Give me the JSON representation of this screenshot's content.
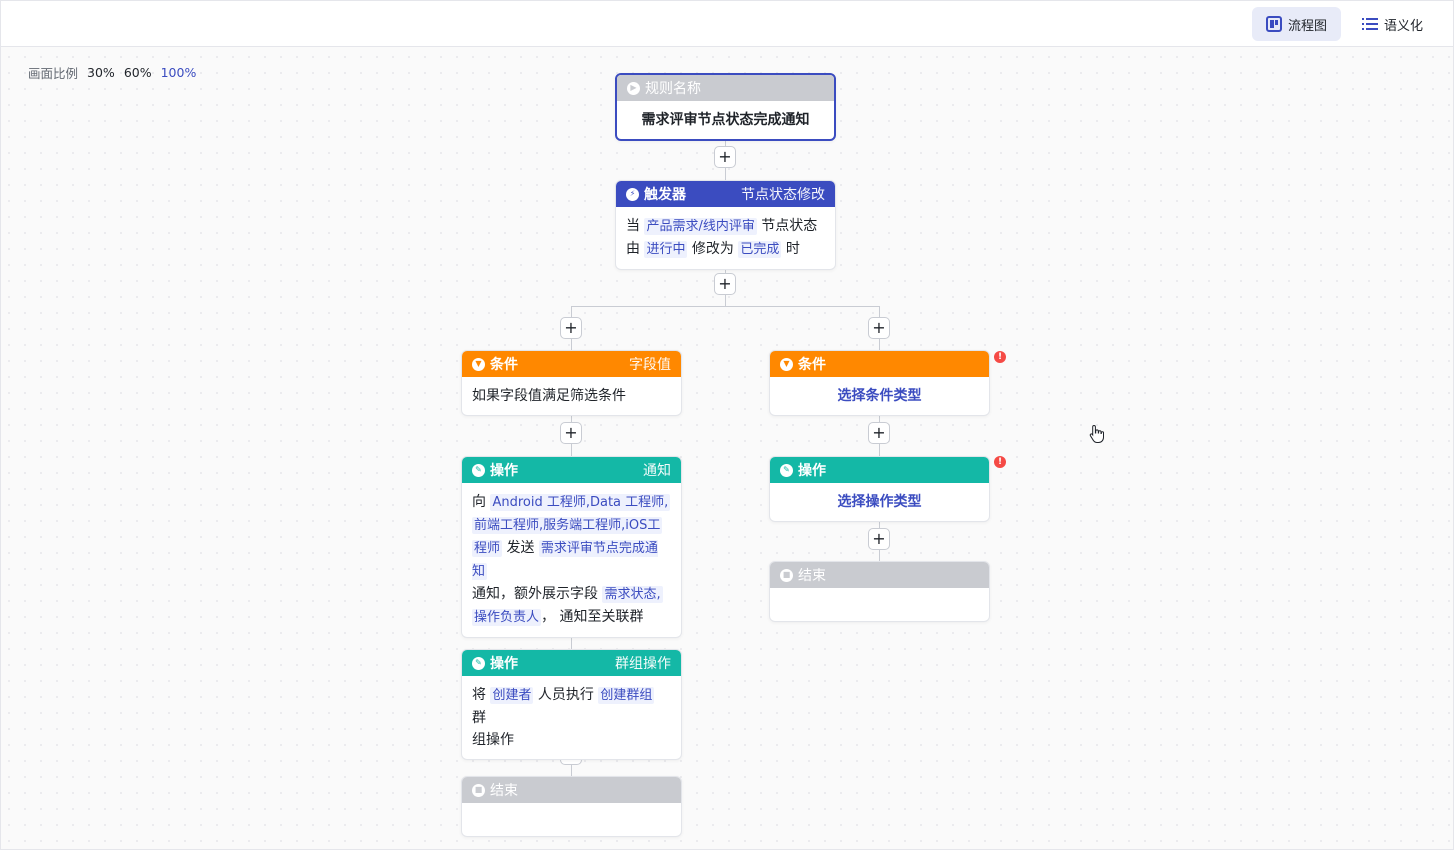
{
  "views": {
    "flowchart_label": "流程图",
    "semantic_label": "语义化"
  },
  "zoom": {
    "label": "画面比例",
    "options": [
      "30%",
      "60%",
      "100%"
    ],
    "selected": "100%"
  },
  "plus_symbol": "+",
  "error_symbol": "!",
  "colors": {
    "accent": "#3b4cc0",
    "condition": "#ff8800",
    "action": "#14b8a6",
    "neutral": "#c9cbd0",
    "error": "#f54a45"
  },
  "rule_node": {
    "icon": "play-circle-icon",
    "title": "规则名称",
    "value": "需求评审节点状态完成通知"
  },
  "trigger_node": {
    "icon": "lightning-icon",
    "title": "触发器",
    "subtitle": "节点状态修改",
    "parts": {
      "t1": "当",
      "project": "产品需求/线内评审",
      "t2": "节点状态",
      "t3": "由",
      "from": "进行中",
      "t4": "修改为",
      "to": "已完成",
      "t5": "时"
    }
  },
  "left_branch": {
    "condition": {
      "icon": "filter-icon",
      "title": "条件",
      "subtitle": "字段值",
      "text": "如果字段值满足筛选条件"
    },
    "notify_action": {
      "icon": "wrench-icon",
      "title": "操作",
      "subtitle": "通知",
      "t1": "向",
      "recipients": "Android 工程师,Data 工程师,",
      "recipients2": "前端工程师,服务端工程师,iOS工",
      "recipients3": "程师",
      "t2": "发送",
      "template": "需求评审节点完成通知",
      "t3": "通知，额外展示字段",
      "fields": "需求状态,",
      "fields2": "操作负责人",
      "t4": "， 通知至关联群"
    },
    "group_action": {
      "icon": "wrench-icon",
      "title": "操作",
      "subtitle": "群组操作",
      "t1": "将",
      "who": "创建者",
      "t2": "人员执行",
      "op": "创建群组",
      "t3": "群",
      "t4": "组操作"
    },
    "end": {
      "icon": "stop-circle-icon",
      "title": "结束"
    }
  },
  "right_branch": {
    "condition": {
      "icon": "filter-icon",
      "title": "条件",
      "placeholder": "选择条件类型"
    },
    "action": {
      "icon": "wrench-icon",
      "title": "操作",
      "placeholder": "选择操作类型"
    },
    "end": {
      "icon": "stop-circle-icon",
      "title": "结束"
    }
  }
}
